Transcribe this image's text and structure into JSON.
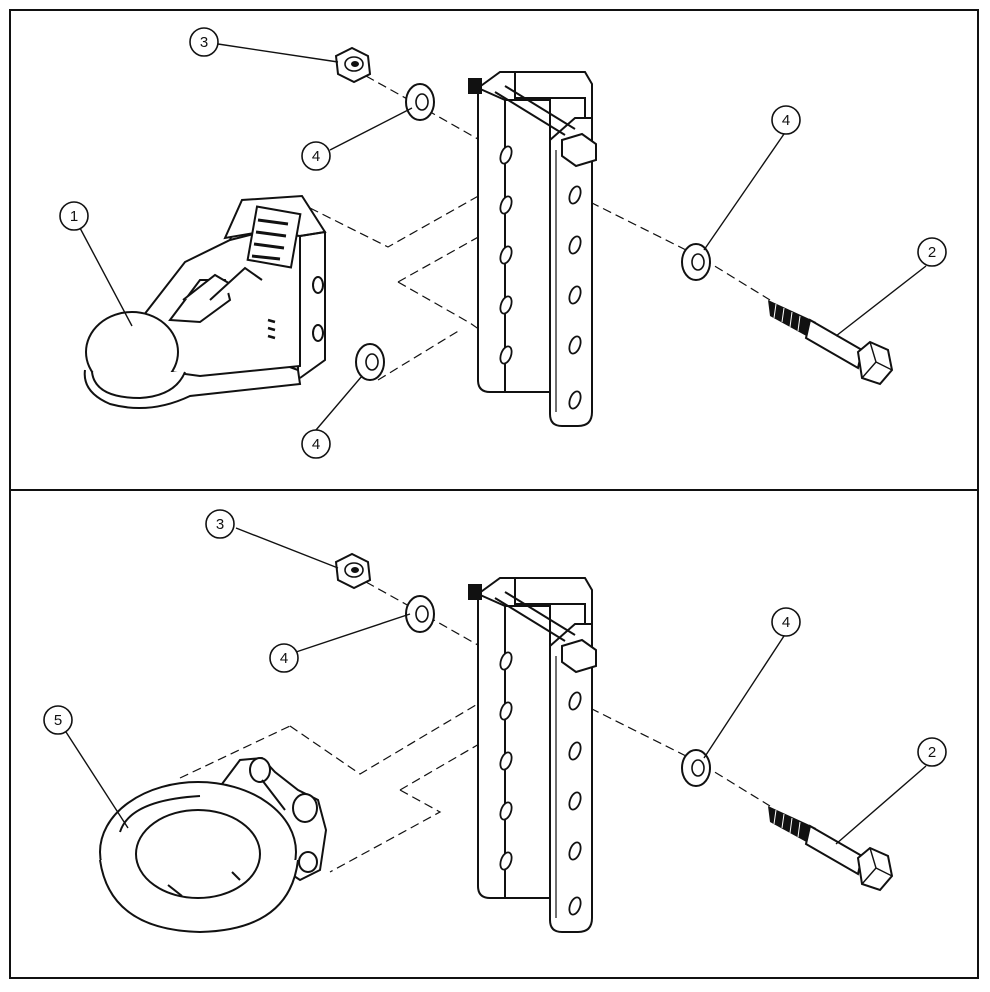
{
  "panels": [
    {
      "name": "top-panel",
      "callouts": [
        {
          "id": "c-3",
          "label": "3"
        },
        {
          "id": "c-4a",
          "label": "4"
        },
        {
          "id": "c-1",
          "label": "1"
        },
        {
          "id": "c-4b",
          "label": "4"
        },
        {
          "id": "c-4c",
          "label": "4"
        },
        {
          "id": "c-2",
          "label": "2"
        }
      ]
    },
    {
      "name": "bottom-panel",
      "callouts": [
        {
          "id": "c-3",
          "label": "3"
        },
        {
          "id": "c-4a",
          "label": "4"
        },
        {
          "id": "c-5",
          "label": "5"
        },
        {
          "id": "c-4b",
          "label": "4"
        },
        {
          "id": "c-2",
          "label": "2"
        }
      ]
    }
  ]
}
